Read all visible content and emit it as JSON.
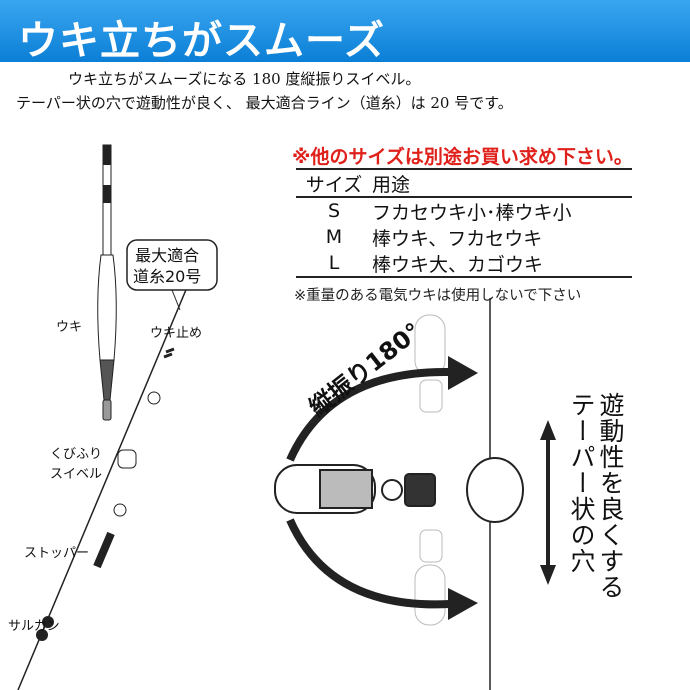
{
  "header": {
    "title": "ウキ立ちがスムーズ",
    "color": "#1a8fe0"
  },
  "description": {
    "line1": "ウキ立ちがスムーズになる 180 度縦振りスイベル。",
    "line2": "テーパー状の穴で遊動性が良く、 最大適合ライン（道糸）は 20 号です。"
  },
  "notice": "※他のサイズは別途お買い求め下さい。",
  "table": {
    "headers": [
      "サイズ",
      "用途"
    ],
    "rows": [
      [
        "S",
        "フカセウキ小･棒ウキ小"
      ],
      [
        "M",
        "棒ウキ、フカセウキ"
      ],
      [
        "L",
        "棒ウキ大、カゴウキ"
      ]
    ]
  },
  "warning": "※重量のある電気ウキは使用しないで下さい",
  "left_diagram": {
    "callout_line1": "最大適合",
    "callout_line2": "道糸20号",
    "float": "ウキ",
    "float_stop": "ウキ止め",
    "swivel_line1": "くびふり",
    "swivel_line2": "スイベル",
    "stopper": "ストッパー",
    "sarukan": "サルカン"
  },
  "right_diagram": {
    "swing": "縦振り180°",
    "text1": "遊動性を良くする",
    "text2": "テーパー状の穴"
  }
}
